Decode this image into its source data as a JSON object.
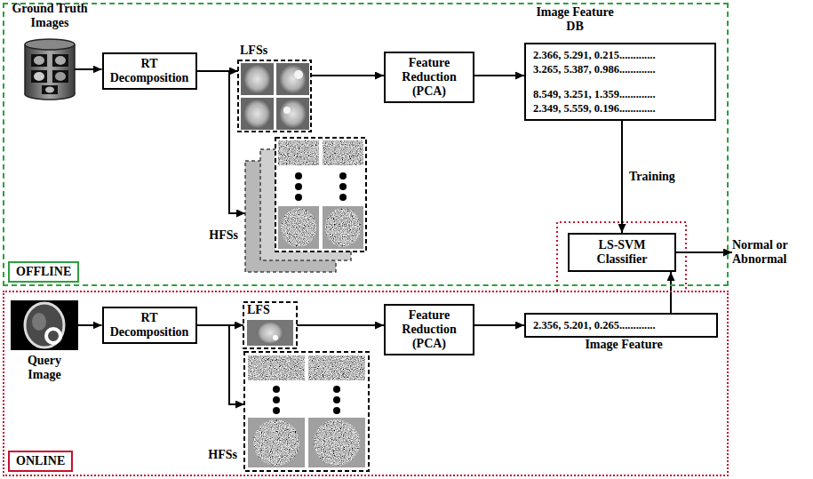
{
  "diagram": {
    "nodes": [
      {
        "text": [
          "OFFLINE"
        ]
      },
      {
        "text": [
          "Ground Truth Images"
        ],
        "in": 0
      },
      {
        "text": [
          "RT Decomposition"
        ],
        "in": 0
      },
      {
        "text": [
          "LFSs"
        ],
        "in": 0
      },
      {
        "text": [
          "Feature Reduction (PCA)"
        ],
        "in": 0
      },
      {
        "text": [
          "Image Feature DB",
          "2.366, 5.291, 0.215.............",
          "3.265, 5.387, 0.986.............",
          "8.549, 3.251, 1.359.............",
          "2.349, 5.559, 0.196............."
        ],
        "in": 0
      },
      {
        "text": [
          "HFSs"
        ],
        "in": 0
      },
      {
        "text": [
          "LS-SVM Classifier"
        ],
        "in": 0
      },
      {
        "text": [
          "Normal or Abnormal"
        ]
      },
      {
        "text": [
          "ONLINE"
        ]
      },
      {
        "text": [
          "Query Image"
        ],
        "in": 9
      },
      {
        "text": [
          "RT Decomposition"
        ],
        "in": 9
      },
      {
        "text": [
          "LFS"
        ],
        "in": 9
      },
      {
        "text": [
          "Feature Reduction (PCA)"
        ],
        "in": 9
      },
      {
        "text": [
          "2.356, 5.201, 0.265.............",
          "Image Feature"
        ],
        "in": 9
      },
      {
        "text": [
          "HFSs"
        ],
        "in": 9
      }
    ],
    "edges": [
      {
        "from": 1,
        "to": 2,
        "arrow": "to"
      },
      {
        "from": 2,
        "to": 3,
        "arrow": "to"
      },
      {
        "from": 2,
        "to": 6,
        "arrow": "to"
      },
      {
        "from": 3,
        "to": 4,
        "arrow": "to"
      },
      {
        "from": 4,
        "to": 5,
        "arrow": "to"
      },
      {
        "from": 5,
        "to": 7,
        "label": "Training",
        "arrow": "to"
      },
      {
        "from": 7,
        "to": 8,
        "arrow": "to"
      },
      {
        "from": 10,
        "to": 11,
        "arrow": "to"
      },
      {
        "from": 11,
        "to": 12,
        "arrow": "to"
      },
      {
        "from": 11,
        "to": 15,
        "arrow": "to"
      },
      {
        "from": 12,
        "to": 13,
        "arrow": "to"
      },
      {
        "from": 13,
        "to": 14,
        "arrow": "to"
      },
      {
        "from": 14,
        "to": 7,
        "arrow": "to"
      }
    ]
  }
}
